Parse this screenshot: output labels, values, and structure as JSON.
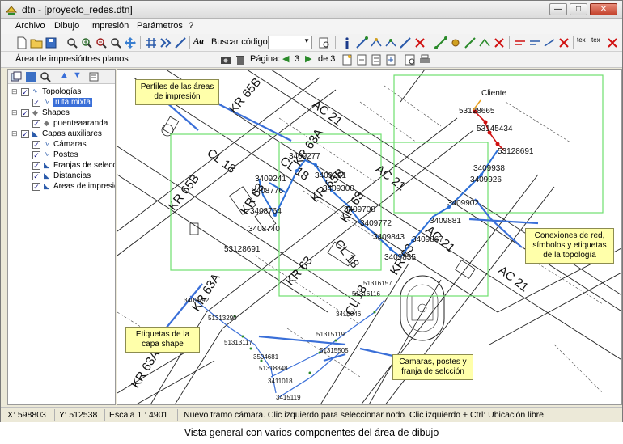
{
  "window": {
    "title": "dtn - [proyecto_redes.dtn]",
    "min": "—",
    "max": "□",
    "close": "✕"
  },
  "menu": [
    "Archivo",
    "Dibujo",
    "Impresión",
    "Parámetros",
    "?"
  ],
  "toolbar": {
    "search_label": "Buscar código:",
    "search_value": ""
  },
  "toolbar2": {
    "print_area_label": "Área de impresión:",
    "print_area_value": "tres planos",
    "page_label": "Página:",
    "page_current": "3",
    "page_of": "de 3"
  },
  "tree": {
    "topologias": "Topologías",
    "ruta_mixta": "ruta mixta",
    "shapes": "Shapes",
    "puenteaaranda": "puenteaaranda",
    "capas": "Capas auxiliares",
    "camaras": "Cámaras",
    "postes": "Postes",
    "franjas": "Franjas de selección",
    "distancias": "Distancias",
    "areas": "Áreas de impresión"
  },
  "map": {
    "streets": [
      "KR 65B",
      "AC 21",
      "CL 18",
      "KR 65B",
      "AC 21",
      "KR 63",
      "KR 63",
      "CL 18",
      "KR 63A",
      "KR 63A",
      "AC 21",
      "AC 21",
      "KR 63",
      "CL 18",
      "KR 63",
      "KR 65B",
      "CL 18",
      "KR 63A"
    ],
    "cliente_label": "Cliente",
    "node_labels": [
      "53128665",
      "53145434",
      "53128691",
      "3409938",
      "3409926",
      "3409902",
      "3409881",
      "3409867",
      "3409843",
      "3409835",
      "3409772",
      "3409708",
      "3409300",
      "3409291",
      "3409277",
      "3409241",
      "3408776",
      "3408764",
      "3408740",
      "53128691"
    ],
    "shape_labels": [
      "3409592",
      "51313290",
      "51313117",
      "3504681",
      "51318848",
      "3411018",
      "3415119",
      "51315119",
      "51315505",
      "51316157",
      "51316116",
      "3410046"
    ]
  },
  "callouts": {
    "perfiles": "Perfiles de las áreas de impresión",
    "conexiones": "Conexiones de red, símbolos y etiquetas de la topología",
    "etiquetas": "Etiquetas de la capa shape",
    "camaras": "Camaras, postes y franja de selcción"
  },
  "status": {
    "x": "X: 598803",
    "y": "Y: 512538",
    "scale": "Escala  1 : 4901",
    "message": "Nuevo tramo cámara. Clic izquierdo para seleccionar nodo. Clic izquierdo + Ctrl: Ubicación libre."
  },
  "caption": "Vista general con varios componentes del área de dibujo",
  "colors": {
    "topology": "#2c6fd6",
    "area": "#6ee06e",
    "callout_line": "#3a6fd8",
    "client_link": "#d01010",
    "callout_bg": "#ffffaa"
  }
}
